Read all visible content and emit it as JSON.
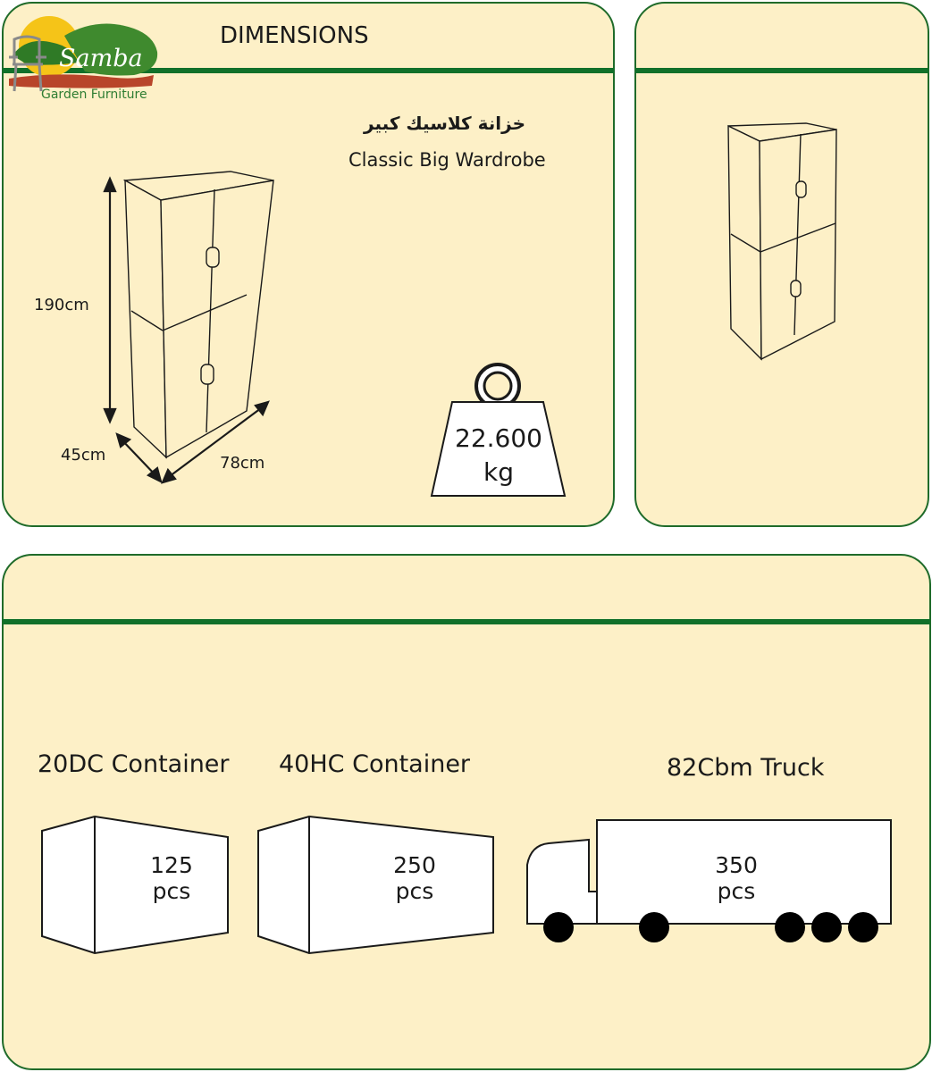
{
  "header": {
    "title": "DIMENSIONS",
    "logo": {
      "brand": "Samba",
      "tagline": "Garden Furniture"
    }
  },
  "product": {
    "name_ar": "خزانة كلاسيك كبير",
    "name_en": "Classic Big Wardrobe",
    "height": "190cm",
    "depth": "45cm",
    "width": "78cm",
    "weight_value": "22.600",
    "weight_unit": "kg"
  },
  "shipping": [
    {
      "label": "20DC Container",
      "quantity": "125",
      "unit": "pcs"
    },
    {
      "label": "40HC Container",
      "quantity": "250",
      "unit": "pcs"
    },
    {
      "label": "82Cbm Truck",
      "quantity": "350",
      "unit": "pcs"
    }
  ],
  "colors": {
    "panel_fill": "#fdf0c7",
    "accent_green": "#11702a",
    "wheel": "#000000"
  }
}
